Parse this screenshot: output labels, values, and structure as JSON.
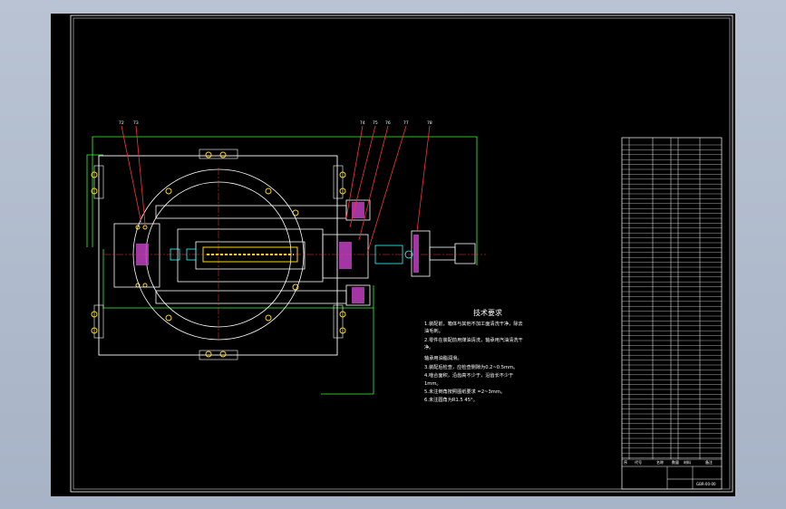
{
  "drawing": {
    "part_labels": [
      "72",
      "73",
      "74",
      "75",
      "76",
      "77",
      "78"
    ],
    "notes": {
      "title": "技术要求",
      "lines": [
        "1.装配前，箱体与其他不加工面清洗干净，除去",
        "  油毛刺。",
        "2.零件在装配前用煤油清洗，轴承用汽油清洗干",
        "  净。",
        "  轴承用油脂润滑。",
        "3.装配后检查，应检查侧隙为0.2~0.5mm。",
        "4.啮合面积，沿齿高不少于，沿齿长不少于",
        "  1mm。",
        "5.未注倒角按照图纸要求 =2~3mm。",
        "6.未注圆角为R1.5 45°。"
      ]
    },
    "title_block": {
      "header": [
        "序",
        "代号",
        "名称",
        "数量",
        "材料",
        "备注"
      ],
      "drawing_no": "GBR-00-00"
    }
  }
}
